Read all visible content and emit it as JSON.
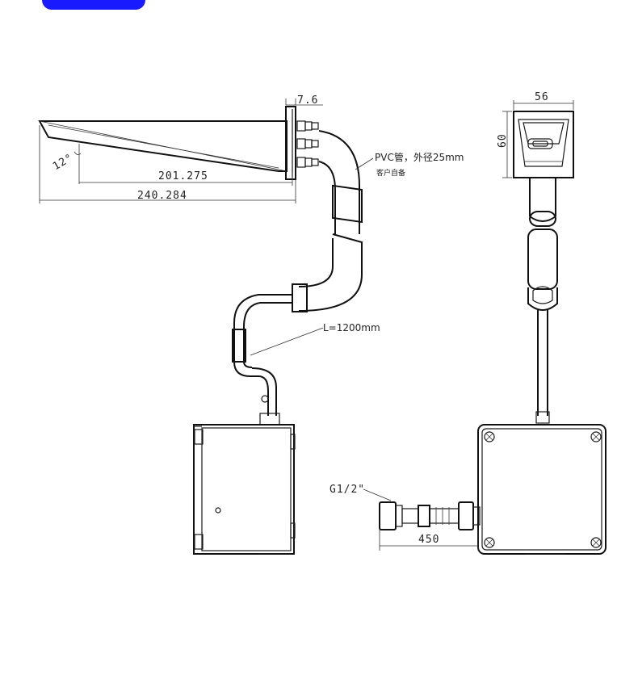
{
  "badge": {
    "label": ""
  },
  "dimensions": {
    "top_width": "7.6",
    "angle": "12°",
    "length_inner": "201.275",
    "length_outer": "240.284",
    "sensor_width": "56",
    "sensor_height": "60",
    "hose_length": "450"
  },
  "notes": {
    "pvc_pipe": "PVC管，外径25mm",
    "pvc_pipe_sub": "客户自备",
    "cable_length": "L=1200mm",
    "thread": "G1/2\""
  },
  "colors": {
    "badge": "#1a1aff",
    "line": "#1a1a1a"
  }
}
